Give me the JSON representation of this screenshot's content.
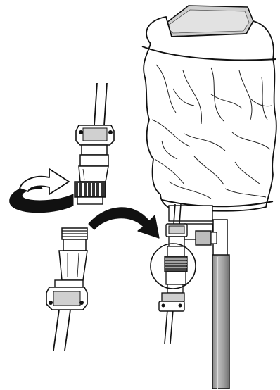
{
  "illustration": {
    "subject": "connector-disconnect-instruction",
    "colors": {
      "ink": "#111111",
      "paper": "#ffffff",
      "light_gray": "#d9d9d9",
      "mid_gray": "#a8a8a8",
      "dark_gray": "#6b6b6b"
    },
    "icons": [
      "rotate-arrow-icon",
      "curved-arrow-icon",
      "covered-antenna-device",
      "mounting-pole",
      "upper-connector",
      "lower-connector",
      "magnified-connector-circle"
    ]
  }
}
